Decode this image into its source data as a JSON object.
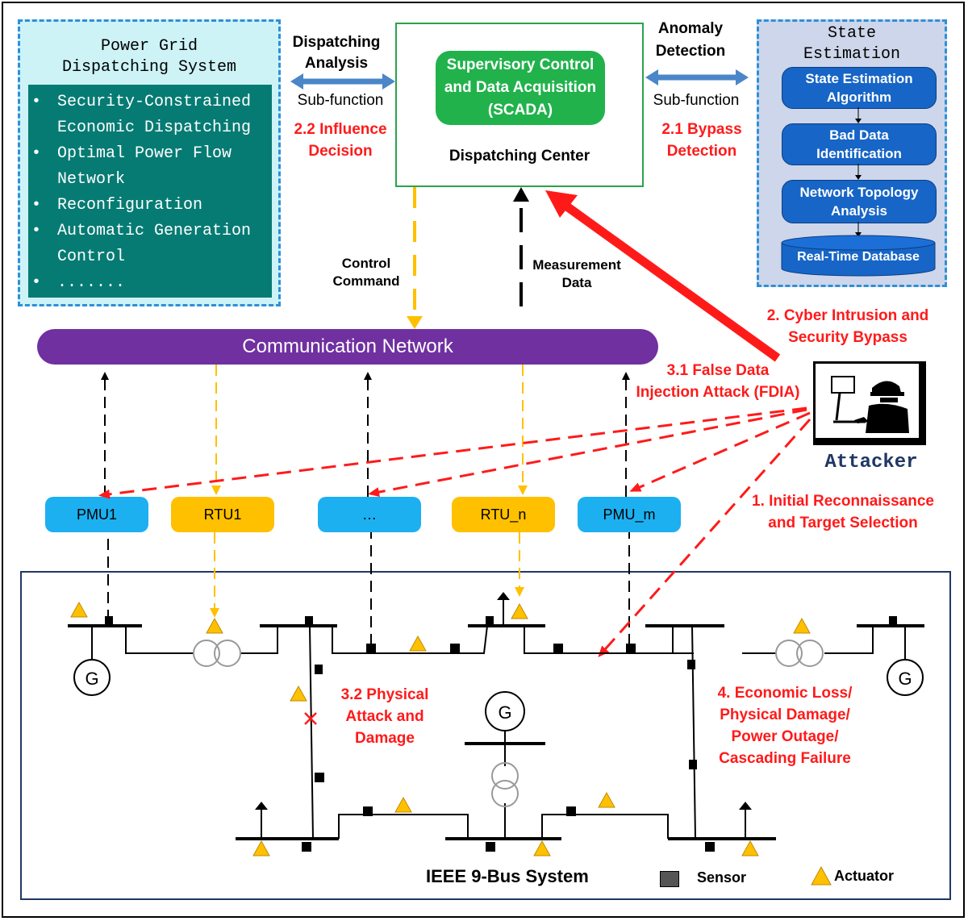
{
  "pgds": {
    "title_line1": "Power Grid",
    "title_line2": "Dispatching System",
    "items": [
      {
        "line1": "Security-Constrained",
        "line2": "Economic Dispatching"
      },
      {
        "line1": "Optimal Power Flow",
        "line2": "Network"
      },
      {
        "line1": "Reconfiguration",
        "line2": ""
      },
      {
        "line1": "Automatic Generation",
        "line2": "Control"
      },
      {
        "line1": ".......",
        "line2": ""
      }
    ],
    "bullet": "•"
  },
  "dispatching": {
    "analysis_line1": "Dispatching",
    "analysis_line2": "Analysis",
    "subfunction": "Sub-function",
    "influence_line1": "2.2 Influence",
    "influence_line2": "Decision"
  },
  "scada": {
    "line1": "Supervisory Control",
    "line2": "and Data Acquisition",
    "line3": "(SCADA)",
    "center_label": "Dispatching Center"
  },
  "anomaly": {
    "line1": "Anomaly",
    "line2": "Detection",
    "subfunction": "Sub-function",
    "bypass_line1": "2.1  Bypass",
    "bypass_line2": "Detection"
  },
  "state_estimation": {
    "title_line1": "State",
    "title_line2": "Estimation",
    "boxes": [
      {
        "line1": "State Estimation",
        "line2": "Algorithm"
      },
      {
        "line1": "Bad Data",
        "line2": "Identification"
      },
      {
        "line1": "Network Topology",
        "line2": "Analysis"
      }
    ],
    "database": "Real-Time Database"
  },
  "links": {
    "control_line1": "Control",
    "control_line2": "Command",
    "measure_line1": "Measurement",
    "measure_line2": "Data"
  },
  "communication_network": "Communication Network",
  "attack": {
    "cyber_line1": "2. Cyber Intrusion and",
    "cyber_line2": "Security Bypass",
    "fdia_line1": "3.1  False Data",
    "fdia_line2": "Injection Attack (FDIA)",
    "attacker": "Attacker",
    "recon_line1": "1. Initial Reconnaissance",
    "recon_line2": "and Target Selection",
    "physical_line1": "3.2  Physical",
    "physical_line2": "Attack and",
    "physical_line3": "Damage",
    "impact_line1": "4. Economic Loss/",
    "impact_line2": "Physical Damage/",
    "impact_line3": "Power Outage/",
    "impact_line4": "Cascading Failure"
  },
  "devices": [
    "PMU1",
    "RTU1",
    "…",
    "RTU_n",
    "PMU_m"
  ],
  "grid": {
    "title": "IEEE 9-Bus System",
    "sensor_label": "Sensor",
    "actuator_label": "Actuator",
    "generator_label": "G"
  },
  "colors": {
    "pmu": "#1cb0f0",
    "rtu": "#ffc000",
    "scada": "#21b24c",
    "network": "#7030a0",
    "attack": "#ff1a1a",
    "pgds_box": "#067b73",
    "se_box": "#1765c6"
  }
}
